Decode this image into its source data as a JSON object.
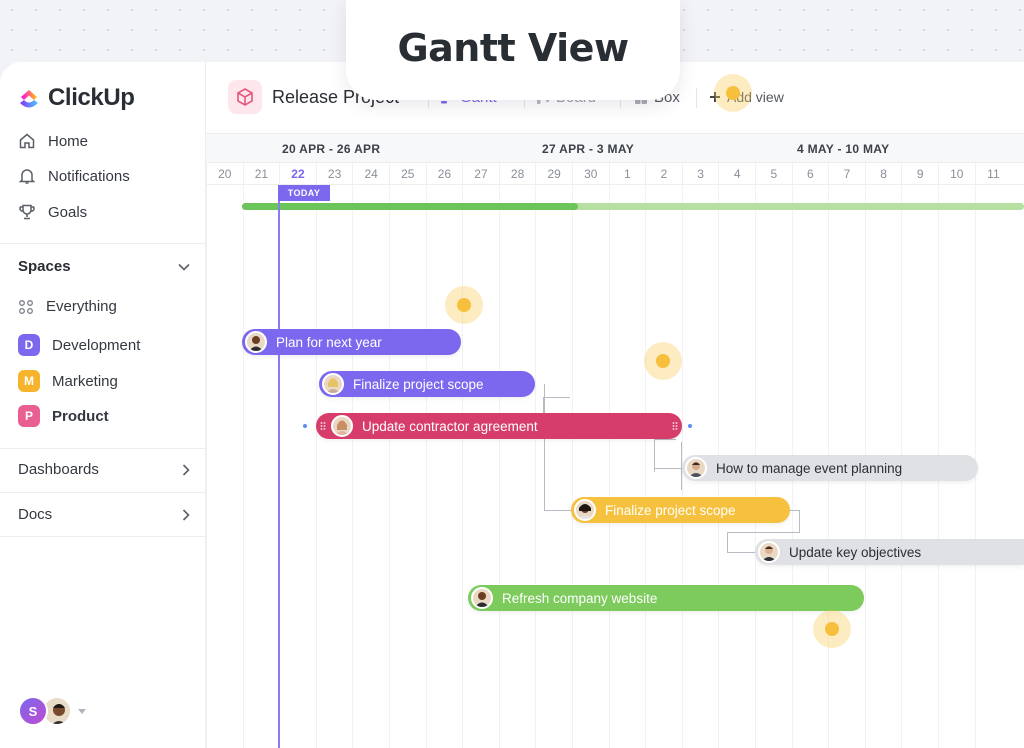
{
  "banner": {
    "title": "Gantt View"
  },
  "sidebar": {
    "brand": "ClickUp",
    "nav": [
      {
        "label": "Home",
        "icon": "home-icon"
      },
      {
        "label": "Notifications",
        "icon": "bell-icon"
      },
      {
        "label": "Goals",
        "icon": "trophy-icon"
      }
    ],
    "spaces_title": "Spaces",
    "everything_label": "Everything",
    "spaces": [
      {
        "letter": "D",
        "label": "Development",
        "color": "#7b68ee"
      },
      {
        "letter": "M",
        "label": "Marketing",
        "color": "#f7b32b"
      },
      {
        "letter": "P",
        "label": "Product",
        "color": "#e95f92"
      }
    ],
    "dashboards_label": "Dashboards",
    "docs_label": "Docs",
    "user_initial": "S"
  },
  "topbar": {
    "project_title": "Release Project",
    "views": [
      {
        "label": "Gantt",
        "icon": "gantt-icon",
        "active": true
      },
      {
        "label": "Board",
        "icon": "board-icon",
        "active": false
      },
      {
        "label": "Box",
        "icon": "box-icon",
        "active": false
      }
    ],
    "add_view_label": "Add view"
  },
  "timeline": {
    "weeks": [
      "20 APR - 26 APR",
      "27 APR - 3 MAY",
      "4 MAY - 10 MAY"
    ],
    "days": [
      "20",
      "21",
      "22",
      "23",
      "24",
      "25",
      "26",
      "27",
      "28",
      "29",
      "30",
      "1",
      "2",
      "3",
      "4",
      "5",
      "6",
      "7",
      "8",
      "9",
      "10",
      "11"
    ],
    "today_label": "TODAY",
    "progress": 0.43
  },
  "tasks": [
    {
      "label": "Plan for next year",
      "color": "#7b68ee"
    },
    {
      "label": "Finalize project scope",
      "color": "#7b68ee"
    },
    {
      "label": "Update contractor agreement",
      "color": "#d63d6b"
    },
    {
      "label": "How to manage event planning",
      "color": "#dfe1e5"
    },
    {
      "label": "Finalize project scope",
      "color": "#f5c13e"
    },
    {
      "label": "Update key objectives",
      "color": "#dfe1e5"
    },
    {
      "label": "Refresh company website",
      "color": "#7ccb5c"
    }
  ]
}
